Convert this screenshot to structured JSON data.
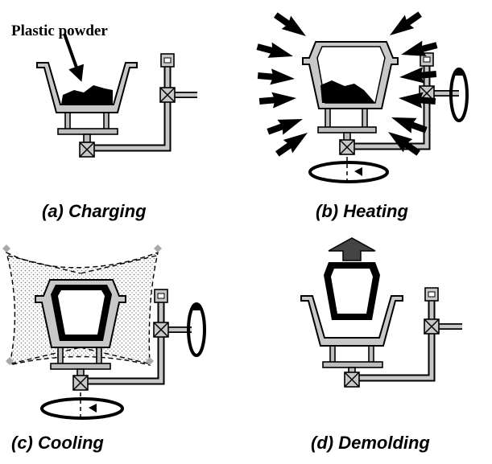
{
  "panels": {
    "a": {
      "caption": "(a) Charging",
      "label": "Plastic powder"
    },
    "b": {
      "caption": "(b) Heating"
    },
    "c": {
      "caption": "(c) Cooling"
    },
    "d": {
      "caption": "(d) Demolding"
    }
  },
  "colors": {
    "metal": "#c8c8c8",
    "powder": "#000000",
    "insulation": "#e6e6e6"
  }
}
